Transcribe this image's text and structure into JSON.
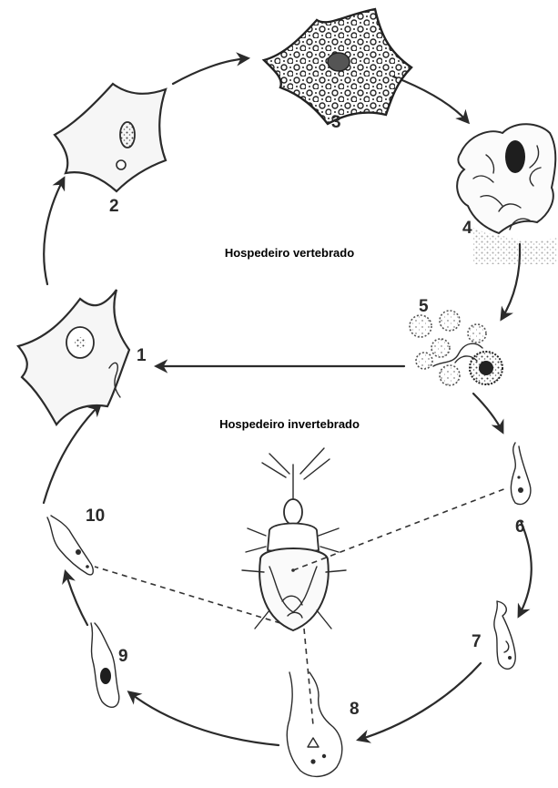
{
  "labels": {
    "vertebrate_host": "Hospedeiro vertebrado",
    "invertebrate_host": "Hospedeiro invertebrado"
  },
  "stages": [
    "1",
    "2",
    "3",
    "4",
    "5",
    "6",
    "7",
    "8",
    "9",
    "10"
  ],
  "colors": {
    "ink": "#2b2b2b",
    "background": "#ffffff"
  }
}
